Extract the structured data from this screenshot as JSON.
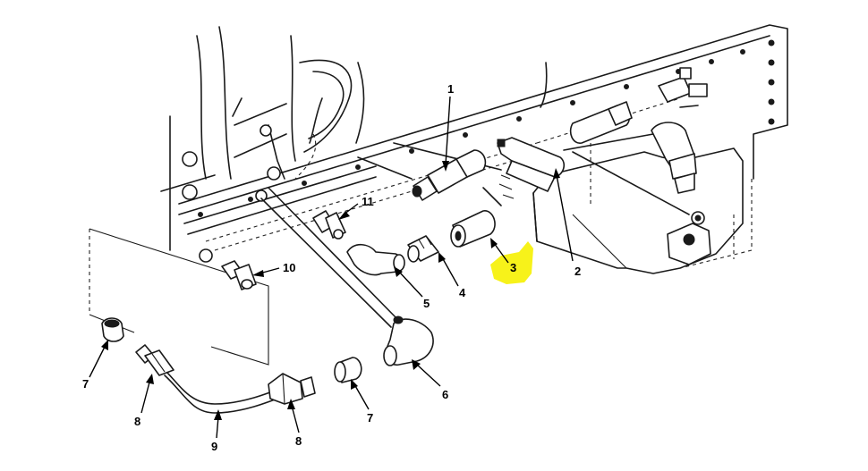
{
  "callouts": {
    "c1": "1",
    "c2": "2",
    "c3": "3",
    "c4": "4",
    "c5": "5",
    "c6": "6",
    "c7a": "7",
    "c7b": "7",
    "c8a": "8",
    "c8b": "8",
    "c9": "9",
    "c10": "10",
    "c11": "11"
  },
  "colors": {
    "highlight": "#f7f21a",
    "line": "#1a1a1a",
    "background": "#ffffff"
  }
}
